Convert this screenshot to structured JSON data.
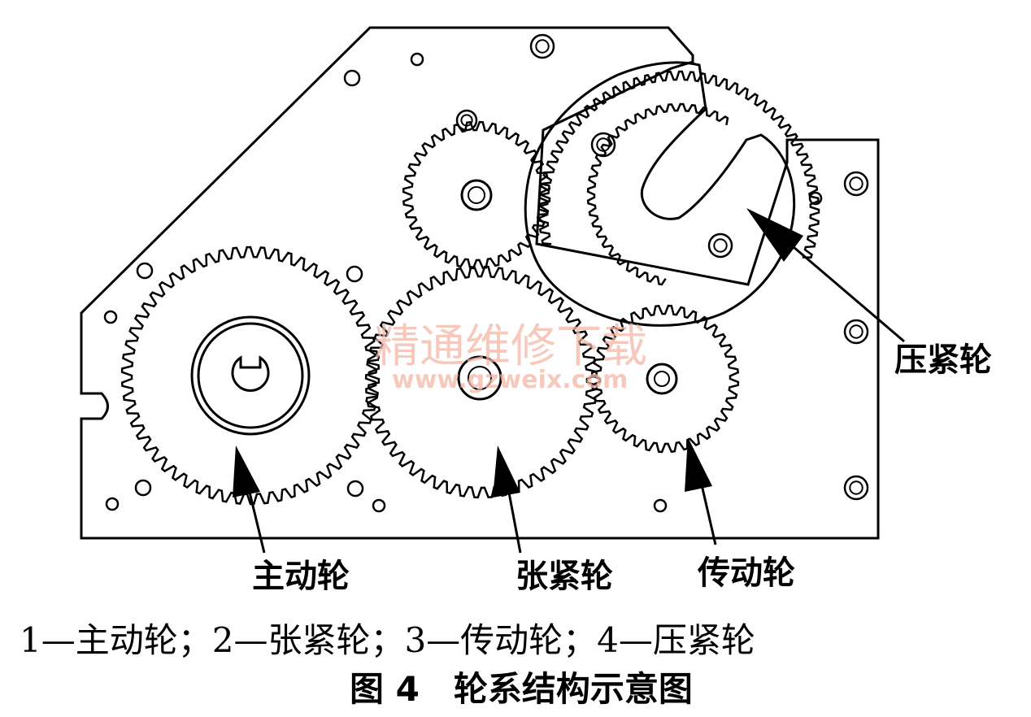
{
  "diagram": {
    "labels": {
      "drive": "主动轮",
      "tensioner": "张紧轮",
      "transmission": "传动轮",
      "pressure": "压紧轮"
    },
    "legend": "1—主动轮；2—张紧轮；3—传动轮；4—压紧轮",
    "caption": "图 4　轮系结构示意图",
    "watermark": {
      "text": "精通维修下载",
      "url": "www.gzweix.com"
    }
  }
}
